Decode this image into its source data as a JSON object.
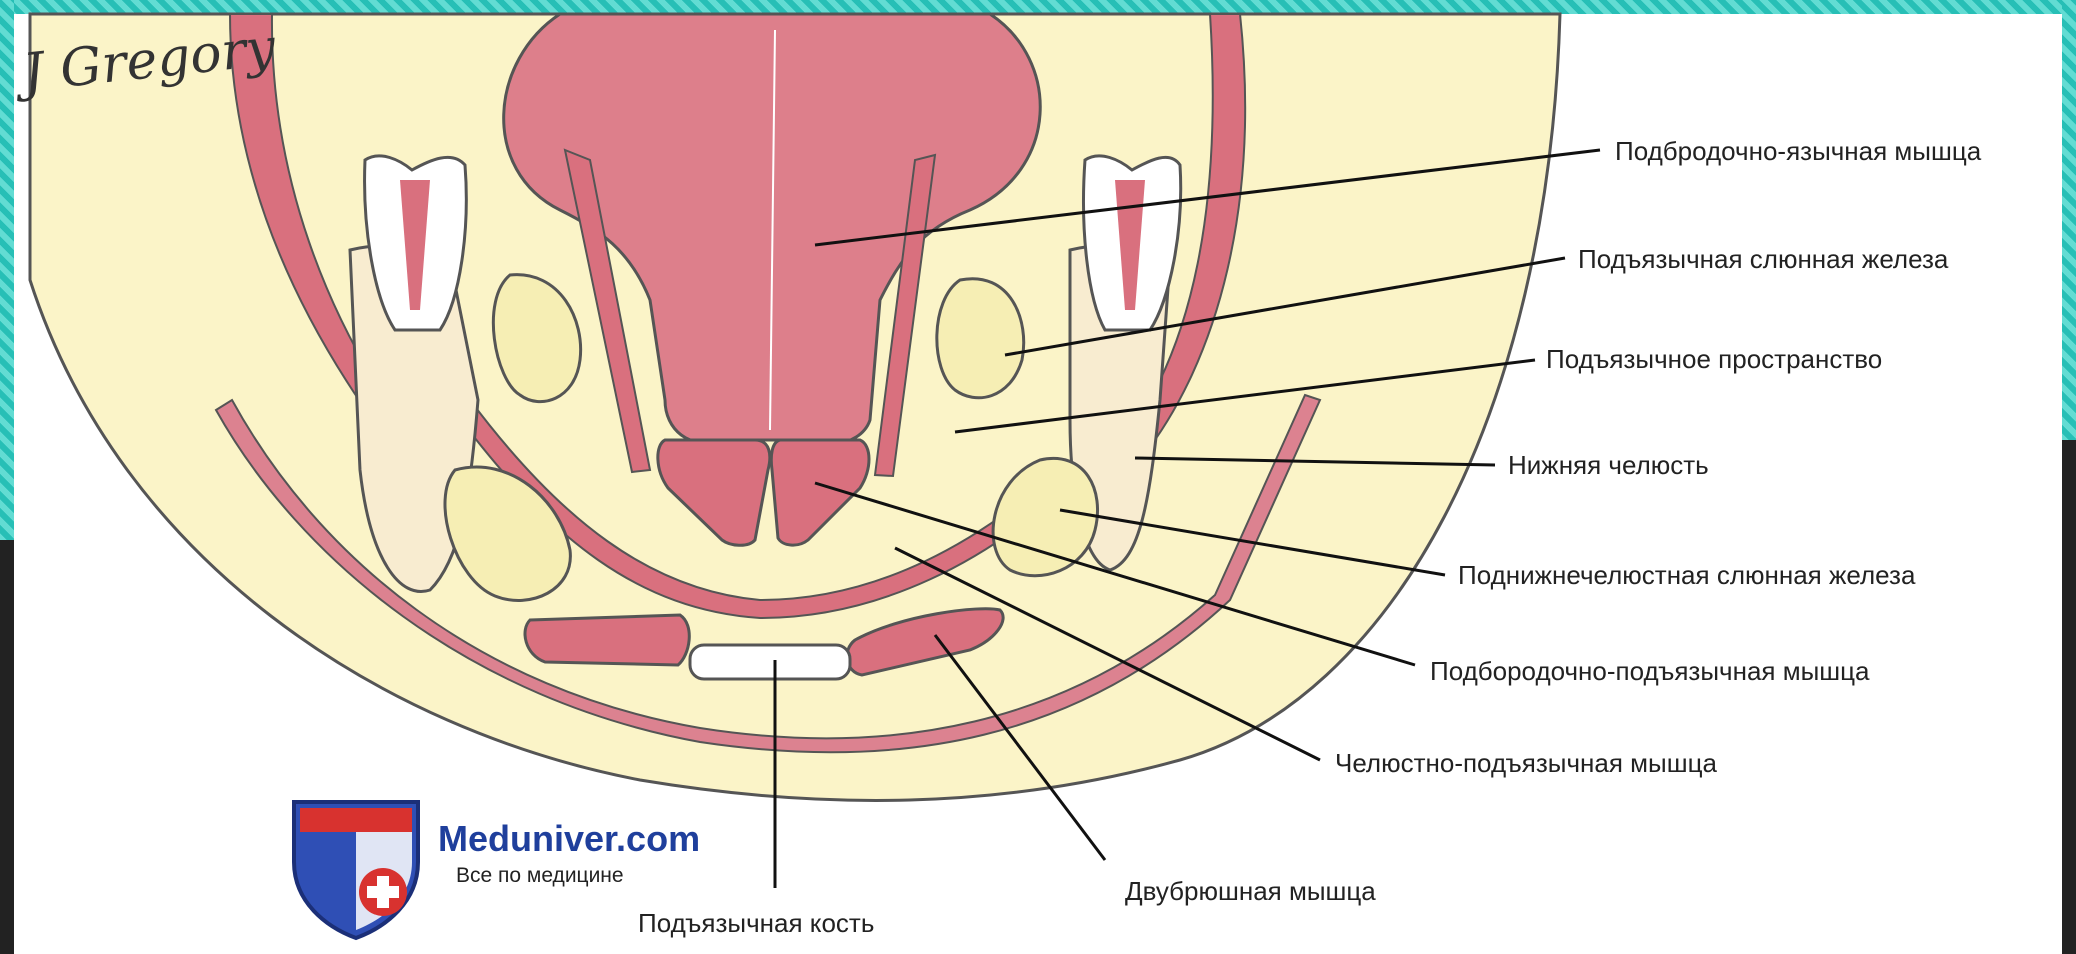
{
  "signature": "J Gregory",
  "labels": {
    "genioglossus": "Подбродочно-язычная мышца",
    "sublingual_gland": "Подъязычная слюнная железа",
    "sublingual_space": "Подъязычное пространство",
    "mandible": "Нижняя челюсть",
    "submandibular_gland": "Поднижнечелюстная слюнная железа",
    "geniohyoid": "Подбородочно-подъязычная мышца",
    "mylohyoid": "Челюстно-подъязычная мышца",
    "digastric": "Двубрюшная мышца",
    "hyoid": "Подъязычная кость"
  },
  "watermark": {
    "name": "Meduniver.com",
    "tagline": "Все по медицине"
  },
  "colors": {
    "muscle": "#d9707e",
    "tissue": "#fbf4c8",
    "gland": "#f6eeb4",
    "bone": "#f8ecd0",
    "frame": "#2ec5bc",
    "brand": "#1f3f9c"
  }
}
